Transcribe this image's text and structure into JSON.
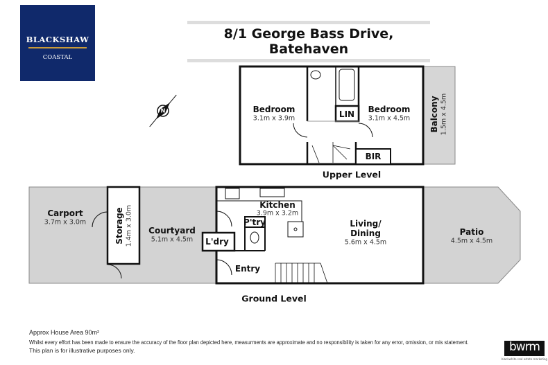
{
  "logo": {
    "brand": "BLACKSHAW",
    "sub": "COASTAL",
    "color": "#10296b",
    "accent": "#c99a3a"
  },
  "title": "8/1 George Bass Drive, Batehaven",
  "compass": {
    "label": "N"
  },
  "upper": {
    "label": "Upper Level",
    "rooms": [
      {
        "name": "Bedroom",
        "dims": "3.1m x 3.9m"
      },
      {
        "name": "Bedroom",
        "dims": "3.1m x 4.5m"
      },
      {
        "name": "Balcony",
        "dims": "1.5m x 4.5m"
      },
      {
        "name": "LIN"
      },
      {
        "name": "BIR"
      }
    ]
  },
  "ground": {
    "label": "Ground Level",
    "rooms": [
      {
        "name": "Carport",
        "dims": "3.7m x 3.0m"
      },
      {
        "name": "Storage",
        "dims": "1.4m x 3.0m"
      },
      {
        "name": "Courtyard",
        "dims": "5.1m x 4.5m"
      },
      {
        "name": "Kitchen",
        "dims": "3.9m x 3.2m"
      },
      {
        "name": "P'try"
      },
      {
        "name": "L'dry"
      },
      {
        "name": "Living/",
        "name2": "Dining",
        "dims": "5.6m x 4.5m"
      },
      {
        "name": "Entry"
      },
      {
        "name": "Patio",
        "dims": "4.5m x 4.5m"
      }
    ]
  },
  "footer": {
    "area": "Approx House Area 90m²",
    "disclaimer1": "Whilst every effort has been made to ensure the accuracy of the floor plan depicted here, measurments are approximate and no responsibility is taken for any error, omission, or mis statement.",
    "disclaimer2": "This plan is for illustrative purposes only.",
    "brand": "bwrm",
    "brand_sub": "blackwhite real estate marketing"
  }
}
